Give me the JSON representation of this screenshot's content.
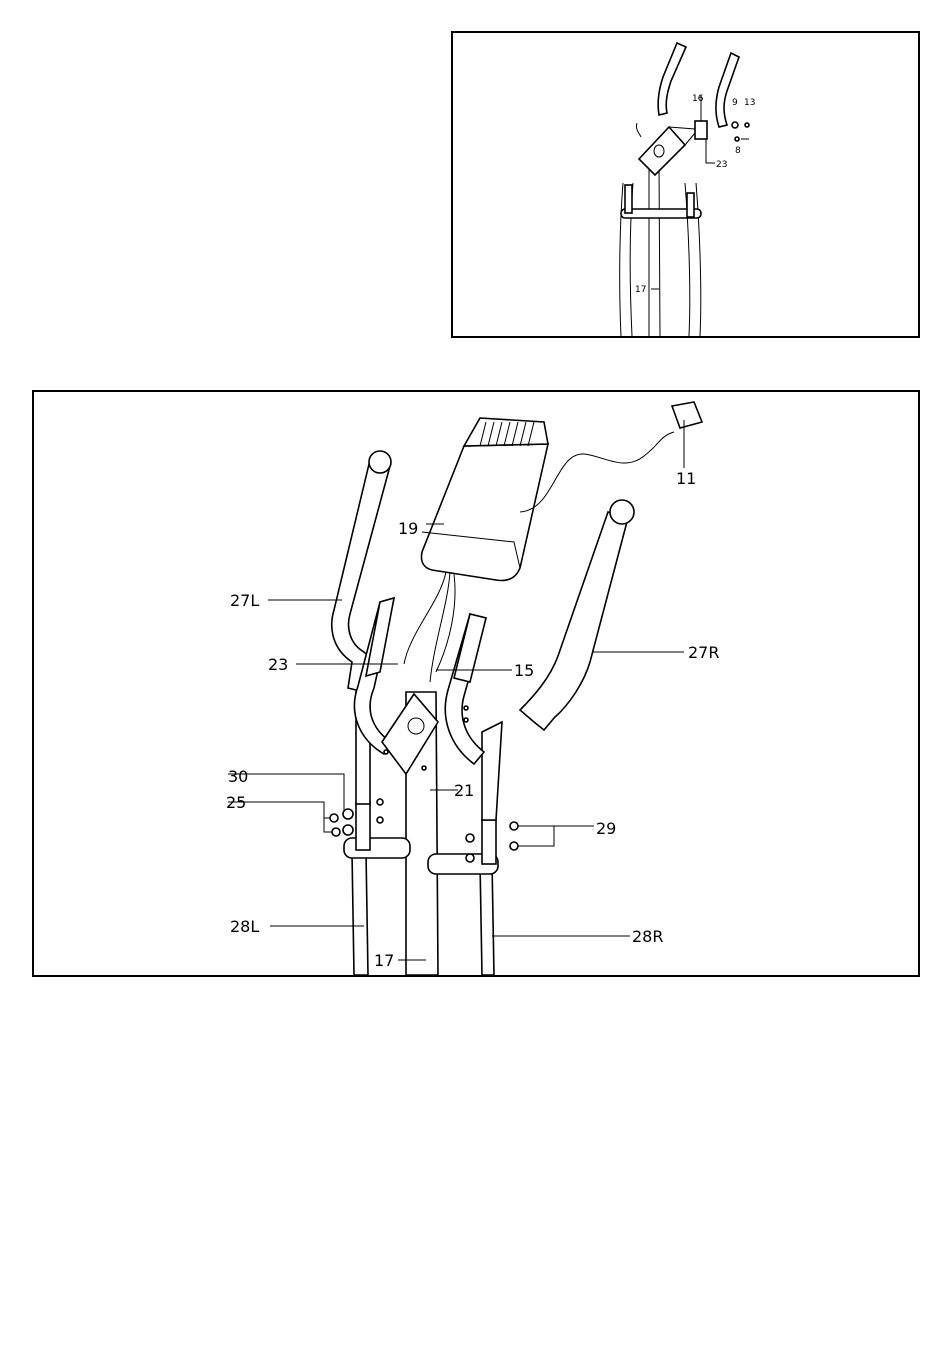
{
  "top_callouts": {
    "c16": "16",
    "c9": "9",
    "c13": "13",
    "c8": "8",
    "c23": "23",
    "c17": "17"
  },
  "main_callouts": {
    "c11": "11",
    "c19": "19",
    "c27L": "27L",
    "c27R": "27R",
    "c23": "23",
    "c15": "15",
    "c30": "30",
    "c25": "25",
    "c21": "21",
    "c29": "29",
    "c28L": "28L",
    "c28R": "28R",
    "c17": "17"
  }
}
